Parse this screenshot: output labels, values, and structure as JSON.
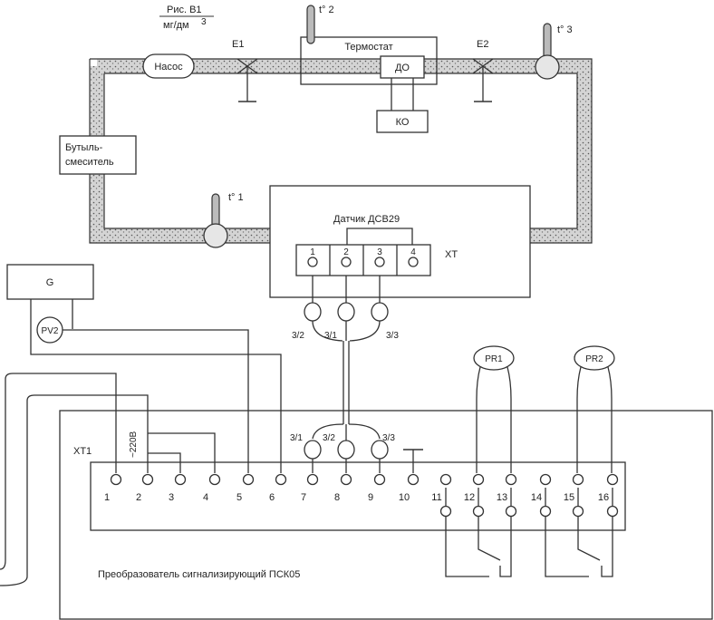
{
  "figure": {
    "title": "Рис. В1",
    "unit": "мг/дм",
    "unit_sup": "3"
  },
  "components": {
    "pump": "Насос",
    "thermostat": "Термостат",
    "do_label": "ДО",
    "ko_label": "КО",
    "bottle_line1": "Бутыль-",
    "bottle_line2": "смеситель",
    "sensor": "Датчик ДСВ29",
    "xt_label": "XT",
    "xt1_label": "XT1",
    "generator": "G",
    "pv2": "PV2",
    "pr1": "PR1",
    "pr2": "PR2",
    "converter": "Преобразователь  сигнализирующий   ПСК05",
    "voltage": "~220В"
  },
  "valves": {
    "e1": "Е1",
    "e2": "Е2"
  },
  "thermometers": {
    "t1": "t° 1",
    "t2": "t° 2",
    "t3": "t° 3"
  },
  "sensor_pins": [
    "1",
    "2",
    "3",
    "4"
  ],
  "cable_labels_top": [
    "3/2",
    "3/1",
    "3/3"
  ],
  "cable_labels_bottom": [
    "3/1",
    "3/2",
    "3/3"
  ],
  "terminals": [
    "1",
    "2",
    "3",
    "4",
    "5",
    "6",
    "7",
    "8",
    "9",
    "10",
    "11",
    "12",
    "13",
    "14",
    "15",
    "16"
  ]
}
